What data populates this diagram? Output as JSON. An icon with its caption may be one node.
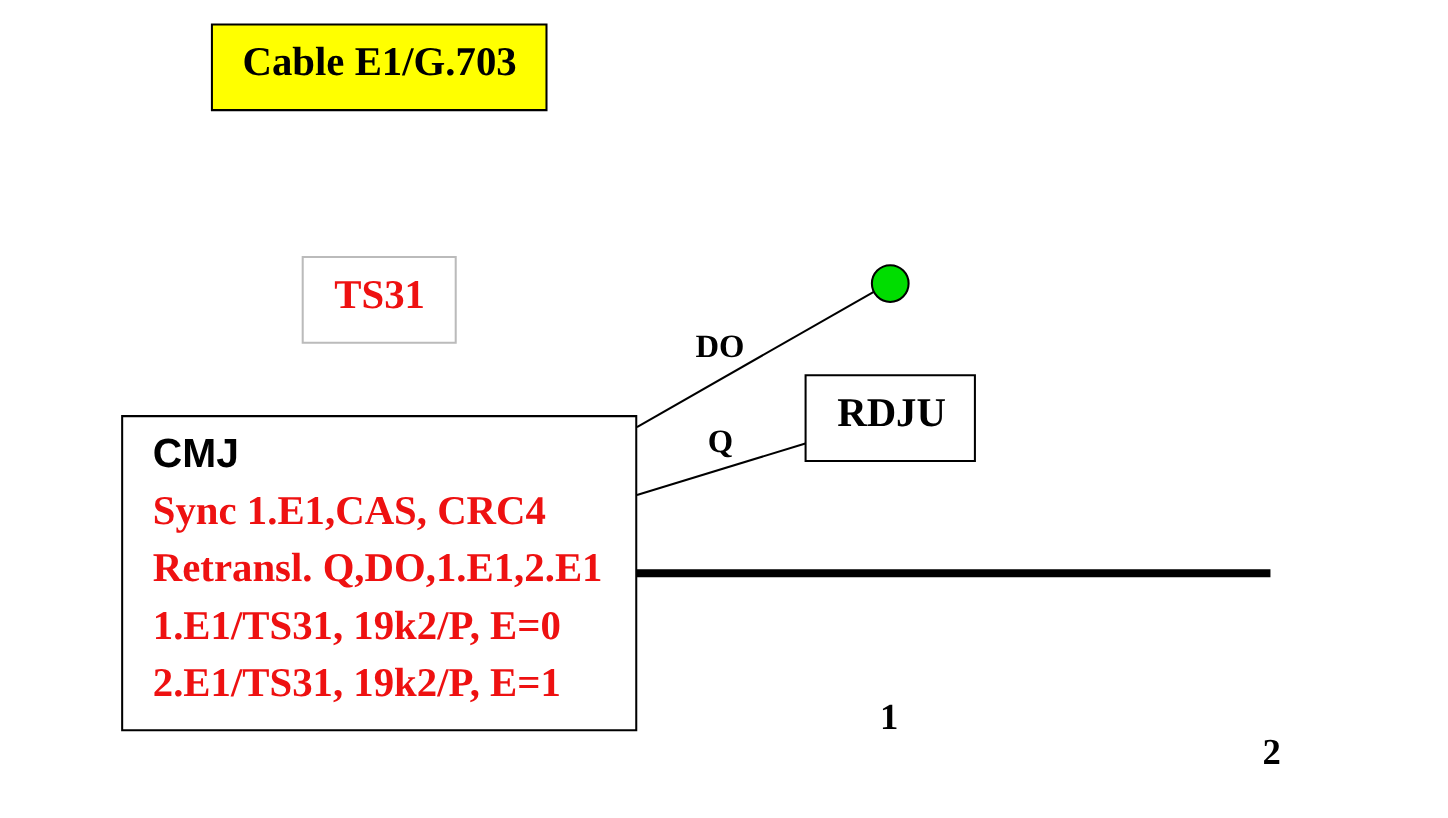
{
  "diagram": {
    "nodes": [
      {
        "text": [
          "CMJ",
          "Sync 1.E1,CAS, CRC4",
          "Retransl. Q,DO,1.E1,2.E1",
          "1.E1/TS31, 19k2/P, E=0",
          "2.E1/TS31, 19k2/P, E=1"
        ]
      },
      {
        "text": [
          "Cable E1/G.703"
        ]
      },
      {
        "text": [
          "TS31"
        ]
      },
      {
        "text": [],
        "shape": "circle"
      },
      {
        "text": [
          "RDJU"
        ]
      }
    ],
    "edges": [
      {
        "from": 0,
        "to": null,
        "arrow": "none",
        "style": "thick"
      },
      {
        "from": 0,
        "to": 3,
        "arrow": "none",
        "label": "DO"
      },
      {
        "from": 0,
        "to": 4,
        "arrow": "none",
        "label": "Q"
      }
    ],
    "labels": [
      "1",
      "2"
    ]
  }
}
